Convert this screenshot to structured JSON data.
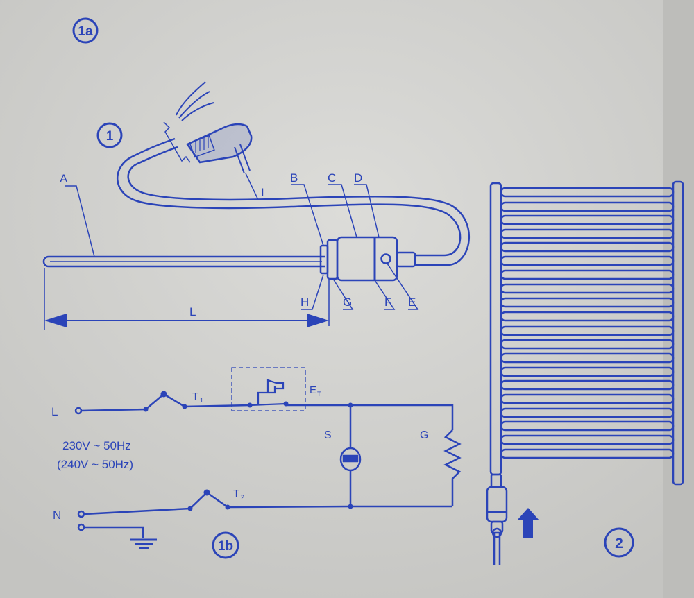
{
  "diagram": {
    "badges": {
      "fig1a": "1a",
      "fig1": "1",
      "fig1b": "1b",
      "fig2": "2"
    },
    "parts": {
      "A": "A",
      "B": "B",
      "C": "C",
      "D": "D",
      "E": "E",
      "F": "F",
      "G": "G",
      "H": "H",
      "I": "I",
      "L": "L"
    },
    "circuit": {
      "L": "L",
      "N": "N",
      "T1": "T",
      "T1_sub": "1",
      "T2": "T",
      "T2_sub": "2",
      "ET": "E",
      "ET_sub": "T",
      "S": "S",
      "G": "G",
      "voltage_1": "230V ~ 50Hz",
      "voltage_2": "(240V ~ 50Hz)"
    },
    "colors": {
      "ink": "#2b44b8",
      "paper": "#c9c9c6",
      "paper_light": "#d8d8d5"
    },
    "icons": [
      "ground-icon",
      "flow-arrow-icon",
      "plug-icon"
    ]
  }
}
